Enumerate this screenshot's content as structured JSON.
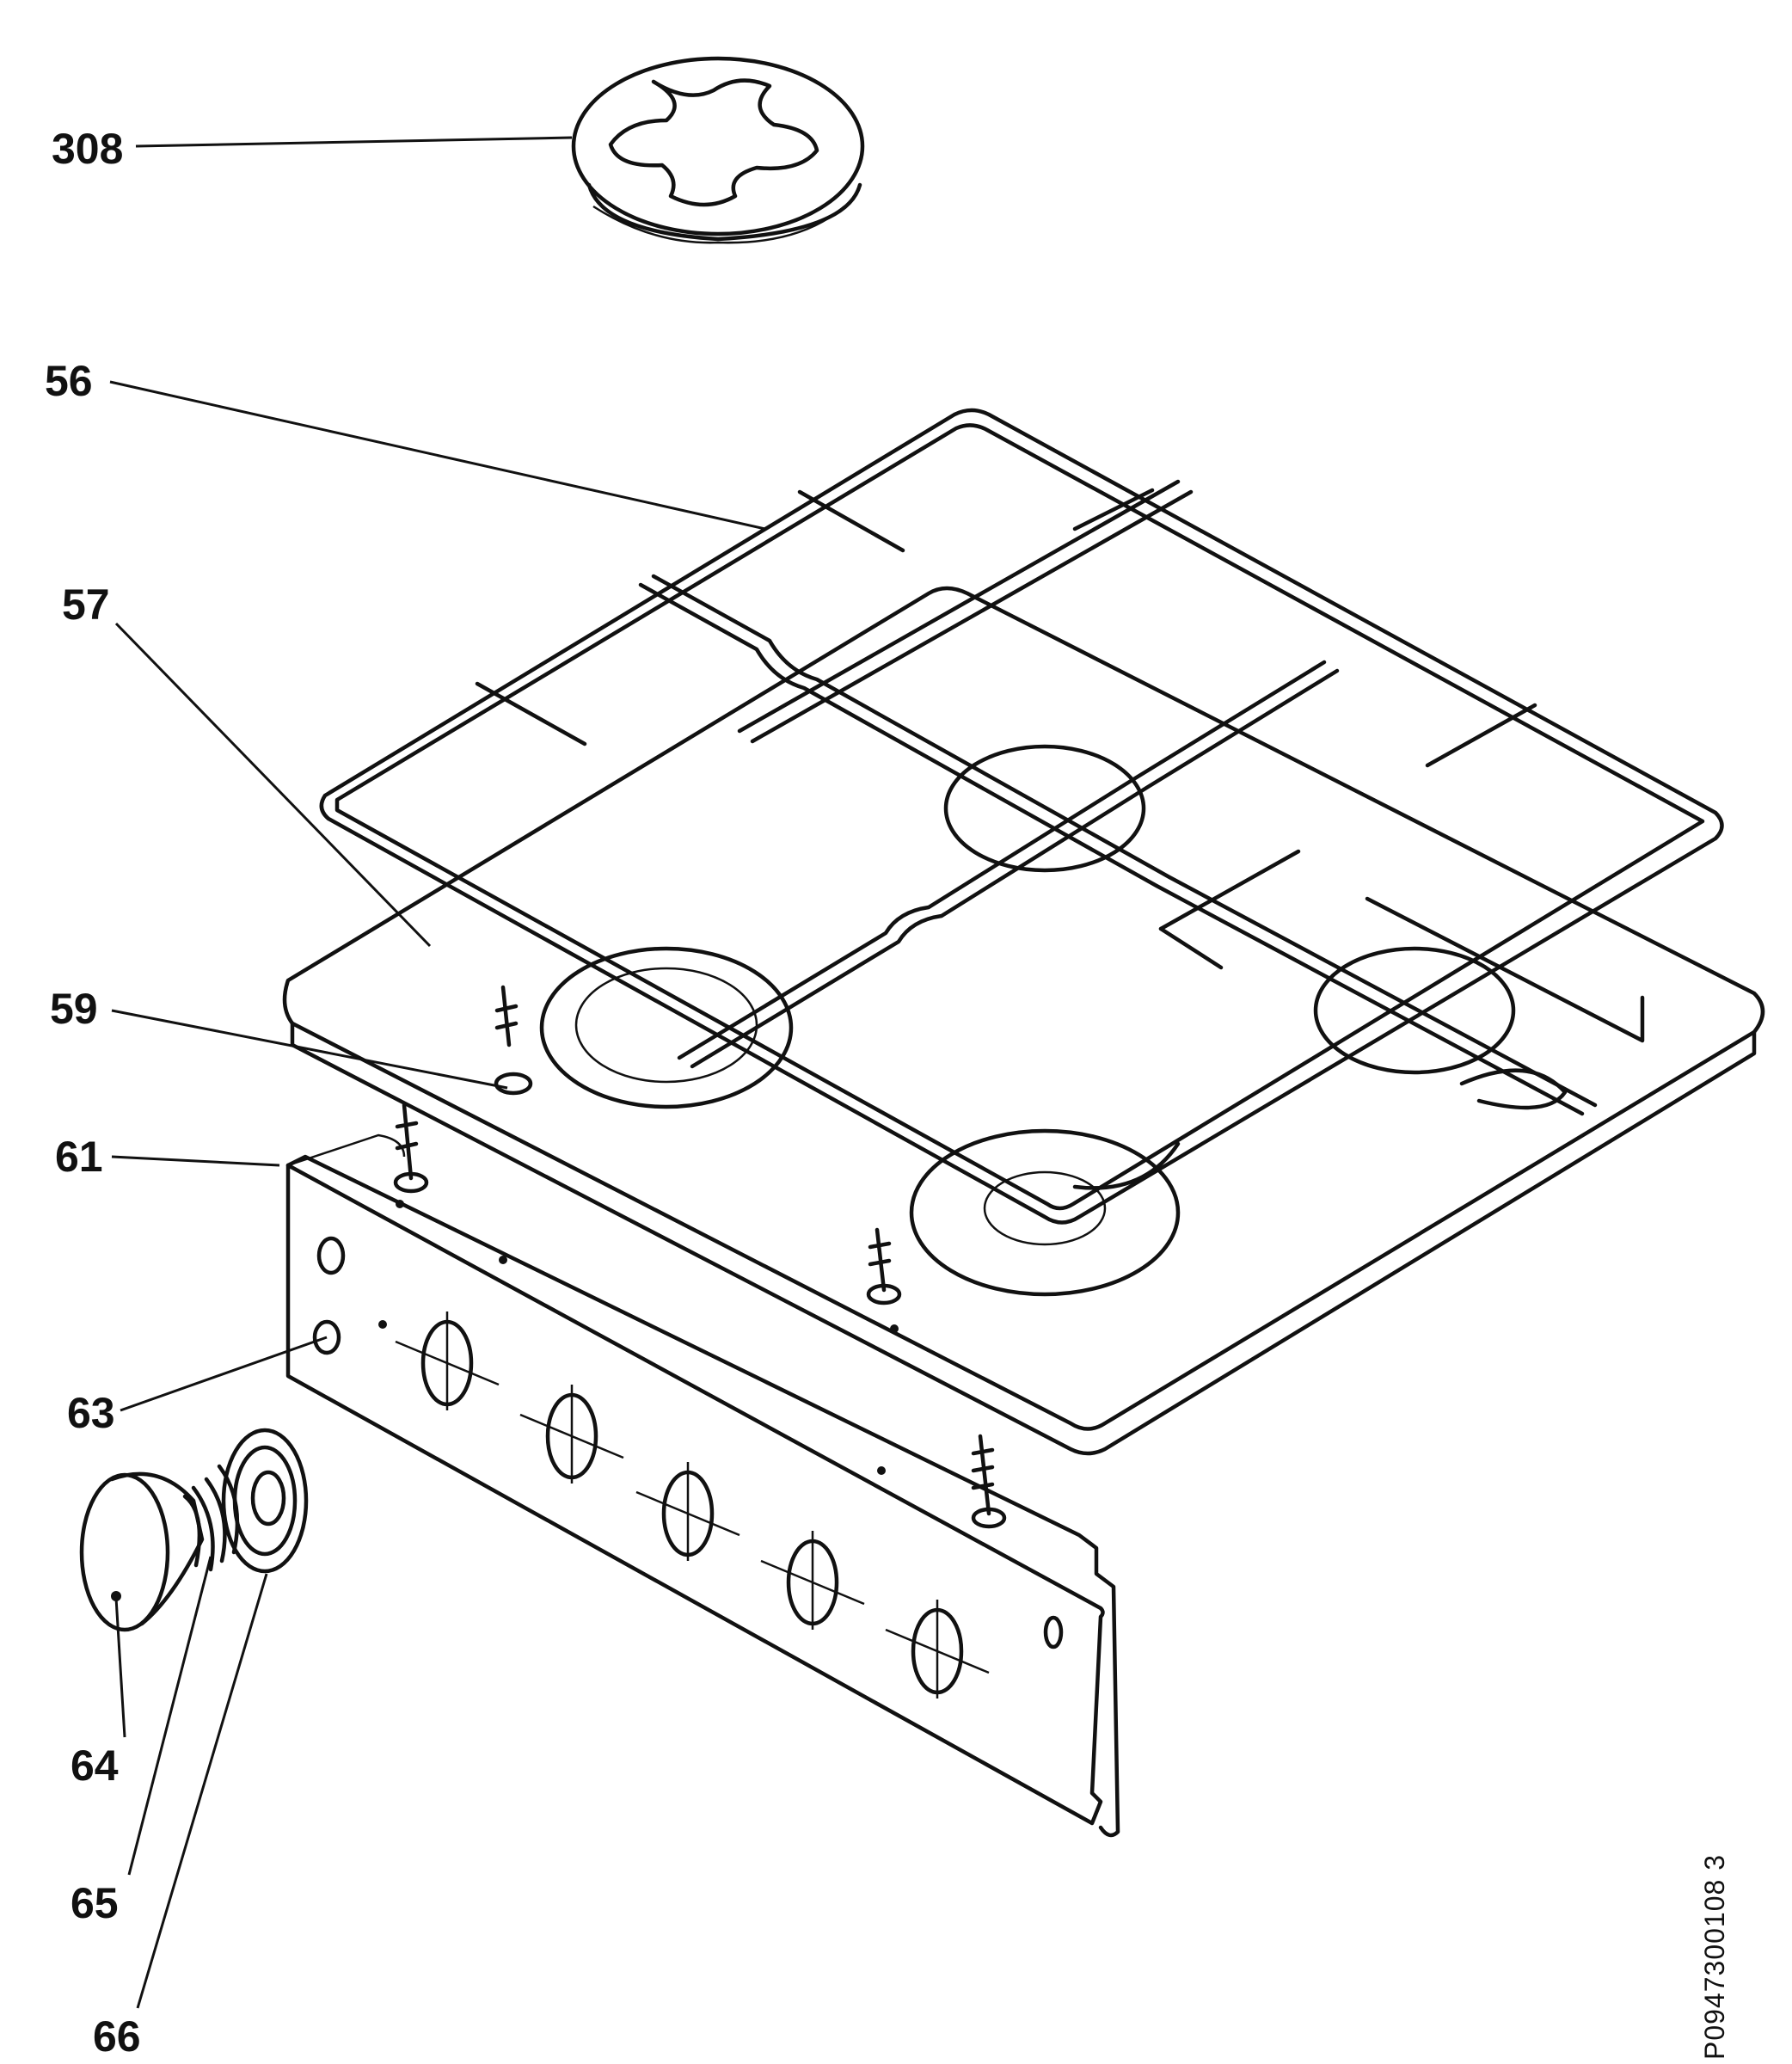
{
  "callouts": [
    {
      "id": "308",
      "text": "308"
    },
    {
      "id": "56",
      "text": "56"
    },
    {
      "id": "57",
      "text": "57"
    },
    {
      "id": "59",
      "text": "59"
    },
    {
      "id": "61",
      "text": "61"
    },
    {
      "id": "63",
      "text": "63"
    },
    {
      "id": "64",
      "text": "64"
    },
    {
      "id": "65",
      "text": "65"
    },
    {
      "id": "66",
      "text": "66"
    }
  ],
  "drawing_code": "P0947300108 3"
}
